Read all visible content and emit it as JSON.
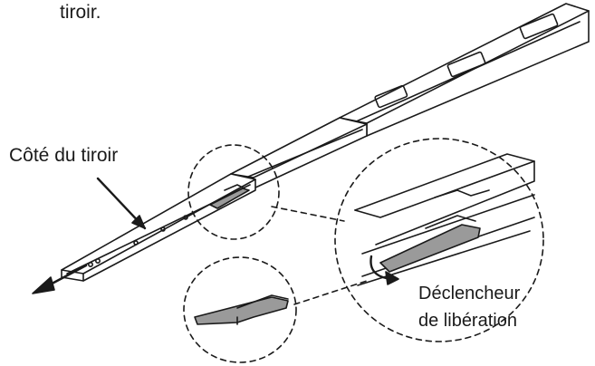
{
  "labels": {
    "top_fragment": "tiroir.",
    "drawer_side": "Côté du tiroir",
    "release_trigger_line1": "Déclencheur",
    "release_trigger_line2": "de libération"
  },
  "colors": {
    "line": "#1a1a1a",
    "part_fill": "#ffffff",
    "trigger_fill": "#9a9a9a"
  }
}
